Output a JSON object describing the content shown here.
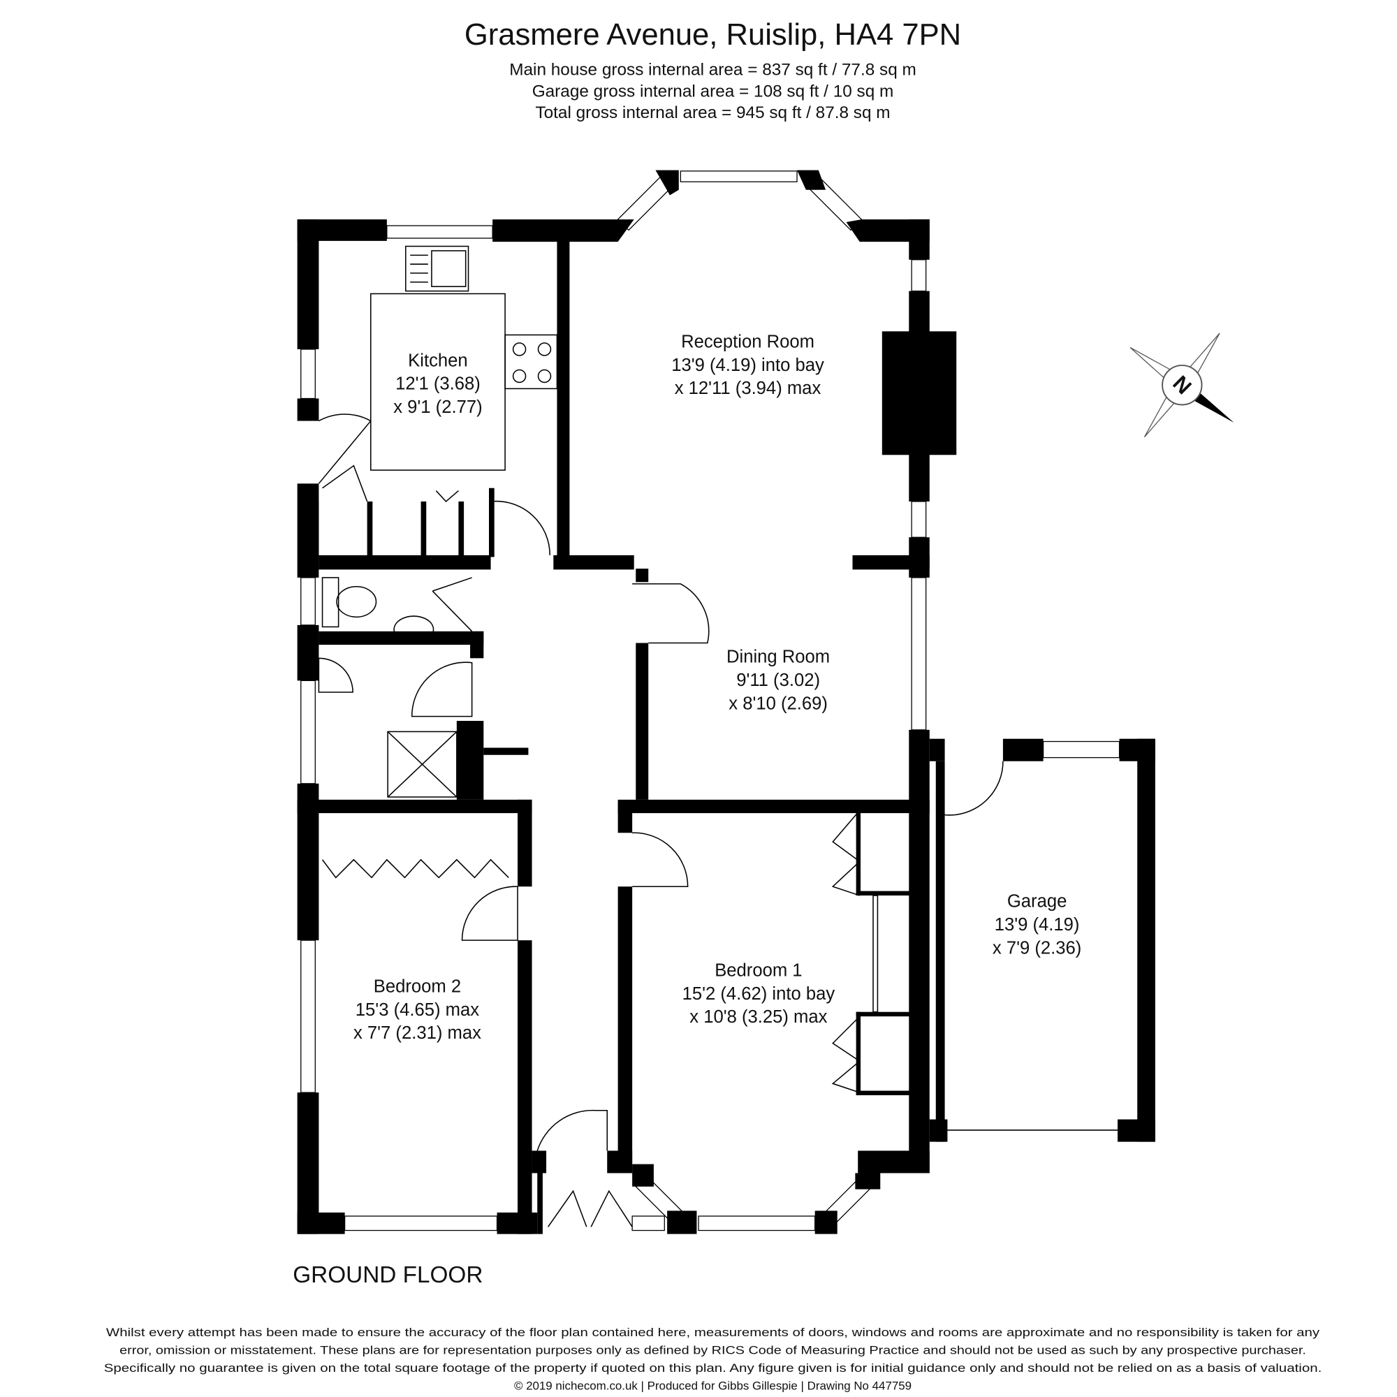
{
  "header": {
    "title": "Grasmere Avenue, Ruislip, HA4 7PN",
    "areas": [
      "Main house gross internal area =  837 sq ft / 77.8 sq m",
      "Garage gross internal area = 108 sq ft / 10 sq m",
      "Total gross internal area =  945 sq ft / 87.8 sq m"
    ]
  },
  "rooms": {
    "kitchen": [
      "Kitchen",
      "12'1 (3.68)",
      "x 9'1 (2.77)"
    ],
    "reception": [
      "Reception Room",
      "13'9 (4.19) into bay",
      "x 12'11 (3.94) max"
    ],
    "dining": [
      "Dining Room",
      "9'11 (3.02)",
      "x 8'10 (2.69)"
    ],
    "garage": [
      "Garage",
      "13'9 (4.19)",
      "x 7'9 (2.36)"
    ],
    "bedroom1": [
      "Bedroom 1",
      "15'2 (4.62) into bay",
      "x 10'8 (3.25) max"
    ],
    "bedroom2": [
      "Bedroom 2",
      "15'3 (4.65) max",
      "x 7'7 (2.31) max"
    ]
  },
  "floor_label": "GROUND FLOOR",
  "compass_label": "N",
  "footer": {
    "disclaimer": [
      "Whilst every attempt has been made to ensure the accuracy of the floor plan contained here, measurements of doors, windows and rooms are approximate and no responsibility is taken for any",
      "error, omission or misstatement. These plans are for representation purposes only as defined by RICS Code of Measuring Practice and should not be used as such by any prospective purchaser.",
      "Specifically no guarantee is given on the total square footage of the property if quoted on this plan. Any figure given is for initial guidance only and should not be relied on as a basis of valuation."
    ],
    "credit": "© 2019 nichecom.co.uk  |  Produced for Gibbs Gillespie  |  Drawing No 447759"
  }
}
